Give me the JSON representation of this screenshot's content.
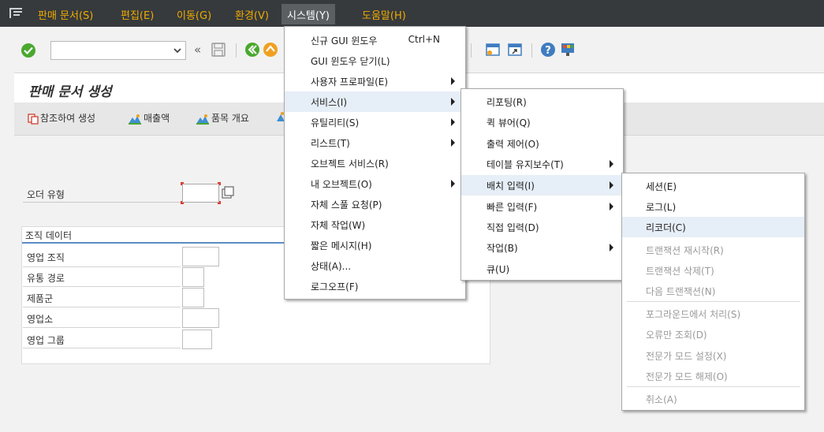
{
  "menubar": {
    "items": [
      "판매 문서(S)",
      "편집(E)",
      "이동(G)",
      "환경(V)",
      "시스템(Y)",
      "도움말(H)"
    ],
    "active_index": 4,
    "accent": "#f0ab00",
    "background": "#363a3d"
  },
  "toolbar": {
    "command_value": "",
    "prev_glyph": "«"
  },
  "title": "판매 문서 생성",
  "app_toolbar": [
    "참조하여 생성",
    "매출액",
    "품목 개요"
  ],
  "form": {
    "order_type_label": "오더 유형",
    "order_type_value": "",
    "group_title": "조직 데이터",
    "fields": [
      "영업 조직",
      "유통 경로",
      "제품군",
      "영업소",
      "영업 그룹"
    ]
  },
  "system_menu": {
    "items": [
      {
        "label": "신규 GUI 윈도우",
        "shortcut": "Ctrl+N"
      },
      {
        "label": "GUI 윈도우 닫기(L)"
      },
      {
        "label": "사용자 프로파일(E)",
        "submenu": true
      },
      {
        "label": "서비스(I)",
        "submenu": true,
        "highlighted": true
      },
      {
        "label": "유틸리티(S)",
        "submenu": true
      },
      {
        "label": "리스트(T)",
        "submenu": true
      },
      {
        "label": "오브젝트 서비스(R)"
      },
      {
        "label": "내 오브젝트(O)",
        "submenu": true
      },
      {
        "label": "자체 스풀 요청(P)"
      },
      {
        "label": "자체 작업(W)"
      },
      {
        "label": "짧은 메시지(H)"
      },
      {
        "label": "상태(A)..."
      },
      {
        "label": "로그오프(F)"
      }
    ]
  },
  "services_menu": {
    "items": [
      {
        "label": "리포팅(R)"
      },
      {
        "label": "퀵 뷰어(Q)"
      },
      {
        "label": "출력 제어(O)"
      },
      {
        "label": "테이블 유지보수(T)",
        "submenu": true
      },
      {
        "label": "배치 입력(I)",
        "submenu": true,
        "highlighted": true
      },
      {
        "label": "빠른 입력(F)",
        "submenu": true
      },
      {
        "label": "직접 입력(D)"
      },
      {
        "label": "작업(B)",
        "submenu": true
      },
      {
        "label": "큐(U)"
      }
    ]
  },
  "batch_menu": {
    "items": [
      {
        "label": "세션(E)"
      },
      {
        "label": "로그(L)"
      },
      {
        "label": "리코더(C)",
        "highlighted": true
      },
      {
        "label": "트랜잭션 재시작(R)",
        "disabled": true
      },
      {
        "label": "트랜잭션 삭제(T)",
        "disabled": true
      },
      {
        "label": "다음 트랜잭션(N)",
        "disabled": true
      },
      {
        "label": "포그라운드에서 처리(S)",
        "disabled": true
      },
      {
        "label": "오류만 조회(D)",
        "disabled": true
      },
      {
        "label": "전문가 모드 설정(X)",
        "disabled": true
      },
      {
        "label": "전문가 모드 해제(O)",
        "disabled": true
      },
      {
        "label": "취소(A)",
        "disabled": true
      }
    ]
  }
}
